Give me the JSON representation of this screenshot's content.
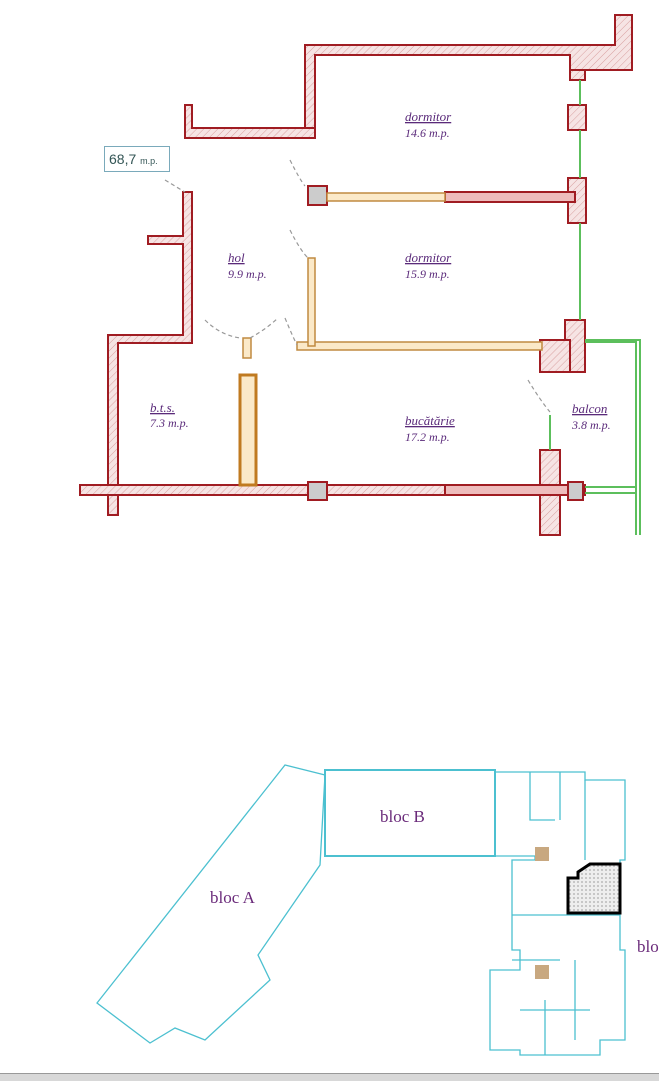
{
  "plan": {
    "total_area": {
      "value": "68,7",
      "unit": "m.p."
    },
    "rooms": [
      {
        "name": "dormitor",
        "area": "14.6 m.p."
      },
      {
        "name": "dormitor",
        "area": "15.9 m.p."
      },
      {
        "name": "hol",
        "area": "9.9 m.p."
      },
      {
        "name": "b.t.s.",
        "area": "7.3 m.p."
      },
      {
        "name": "bucătărie",
        "area": "17.2 m.p."
      },
      {
        "name": "balcon",
        "area": "3.8 m.p."
      }
    ]
  },
  "site": {
    "blocks": [
      {
        "label": "bloc A"
      },
      {
        "label": "bloc B"
      },
      {
        "label": "blo"
      }
    ]
  },
  "colors": {
    "exterior_wall": "#a01c22",
    "interior_wall": "#d4a060",
    "window": "#5cbf5c",
    "site_outline": "#4cc0d0"
  }
}
